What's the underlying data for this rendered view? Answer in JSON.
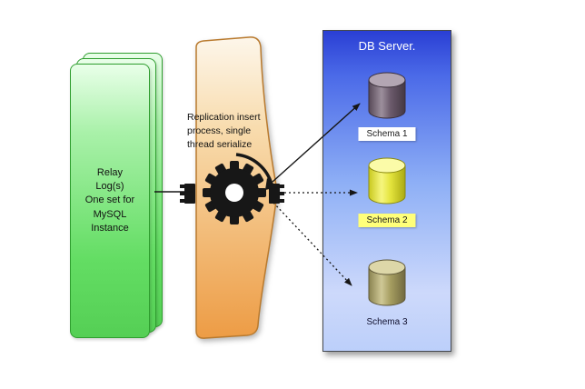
{
  "relay": {
    "label": "Relay\nLog(s)\nOne set for\nMySQL\nInstance"
  },
  "funnel": {
    "label": "Replication insert\nprocess, single\nthread serialize"
  },
  "db_server": {
    "title": "DB Server.",
    "schemas": [
      {
        "label": "Schema 1",
        "cylinder_color": "#6b5a6b",
        "label_bg": "#ffffff"
      },
      {
        "label": "Schema 2",
        "cylinder_color": "#e3e33c",
        "label_bg": "#ffff7a"
      },
      {
        "label": "Schema 3",
        "cylinder_color": "#a59d60",
        "label_bg": "transparent"
      }
    ]
  },
  "colors": {
    "relay_green": "#5ddb5d",
    "funnel_orange": "#f0a355",
    "panel_blue_top": "#2a3fd4",
    "panel_blue_bottom": "#bccffa",
    "gear_black": "#171717",
    "arrow": "#161616"
  }
}
